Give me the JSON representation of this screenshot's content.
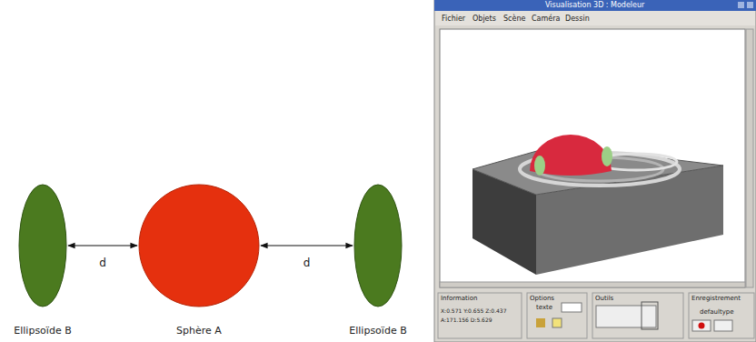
{
  "diagram": {
    "nodes": [
      {
        "text": [
          "Ellipsoïde B"
        ]
      },
      {
        "text": [
          "Sphère A"
        ]
      },
      {
        "text": [
          "Ellipsoïde B"
        ]
      }
    ],
    "edges": [
      {
        "from": 0,
        "to": 1,
        "label": "d",
        "arrow": "both"
      },
      {
        "from": 1,
        "to": 2,
        "label": "d",
        "arrow": "both"
      }
    ],
    "labels": [
      "Visualisation 3D : Modeleur",
      "Fichier",
      "Objets",
      "Scène",
      "Caméra",
      "Dessin",
      "Information",
      "X:0.571 Y:0.655 Z:0.437",
      "A:171.156 D:5.629",
      "Options",
      "texte",
      "Outils",
      "Enregistrement",
      "defaultype"
    ]
  }
}
